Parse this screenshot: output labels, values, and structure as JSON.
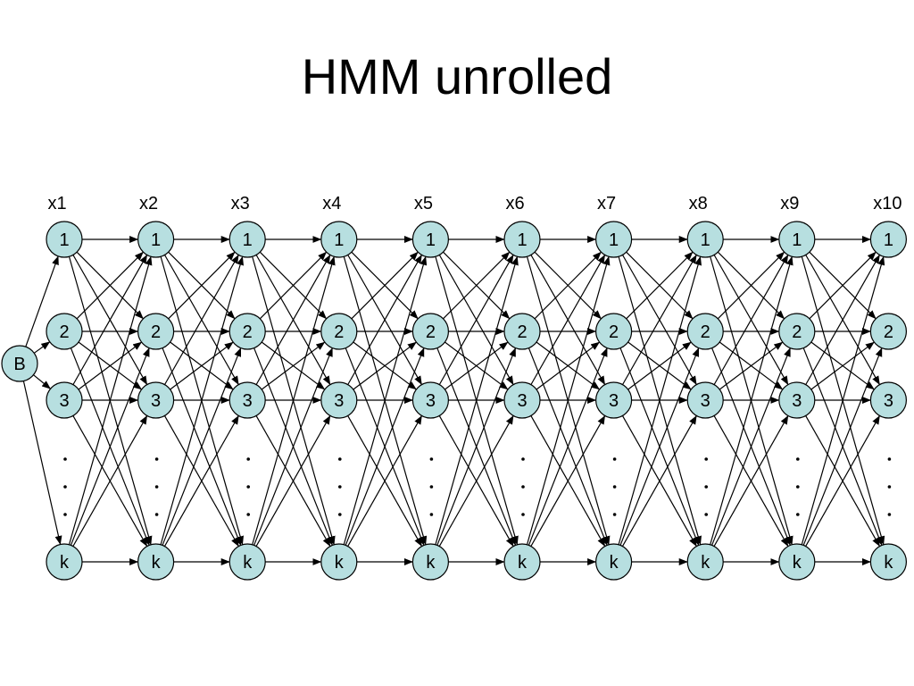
{
  "title": "HMM unrolled",
  "diagram": {
    "start_node": "B",
    "columns": [
      "x1",
      "x2",
      "x3",
      "x4",
      "x5",
      "x6",
      "x7",
      "x8",
      "x9",
      "x10"
    ],
    "states": [
      "1",
      "2",
      "3",
      "k"
    ],
    "ellipsis": ". . .",
    "colors": {
      "node_fill": "#b7dfe0",
      "node_stroke": "#000000",
      "edge": "#000000"
    }
  }
}
